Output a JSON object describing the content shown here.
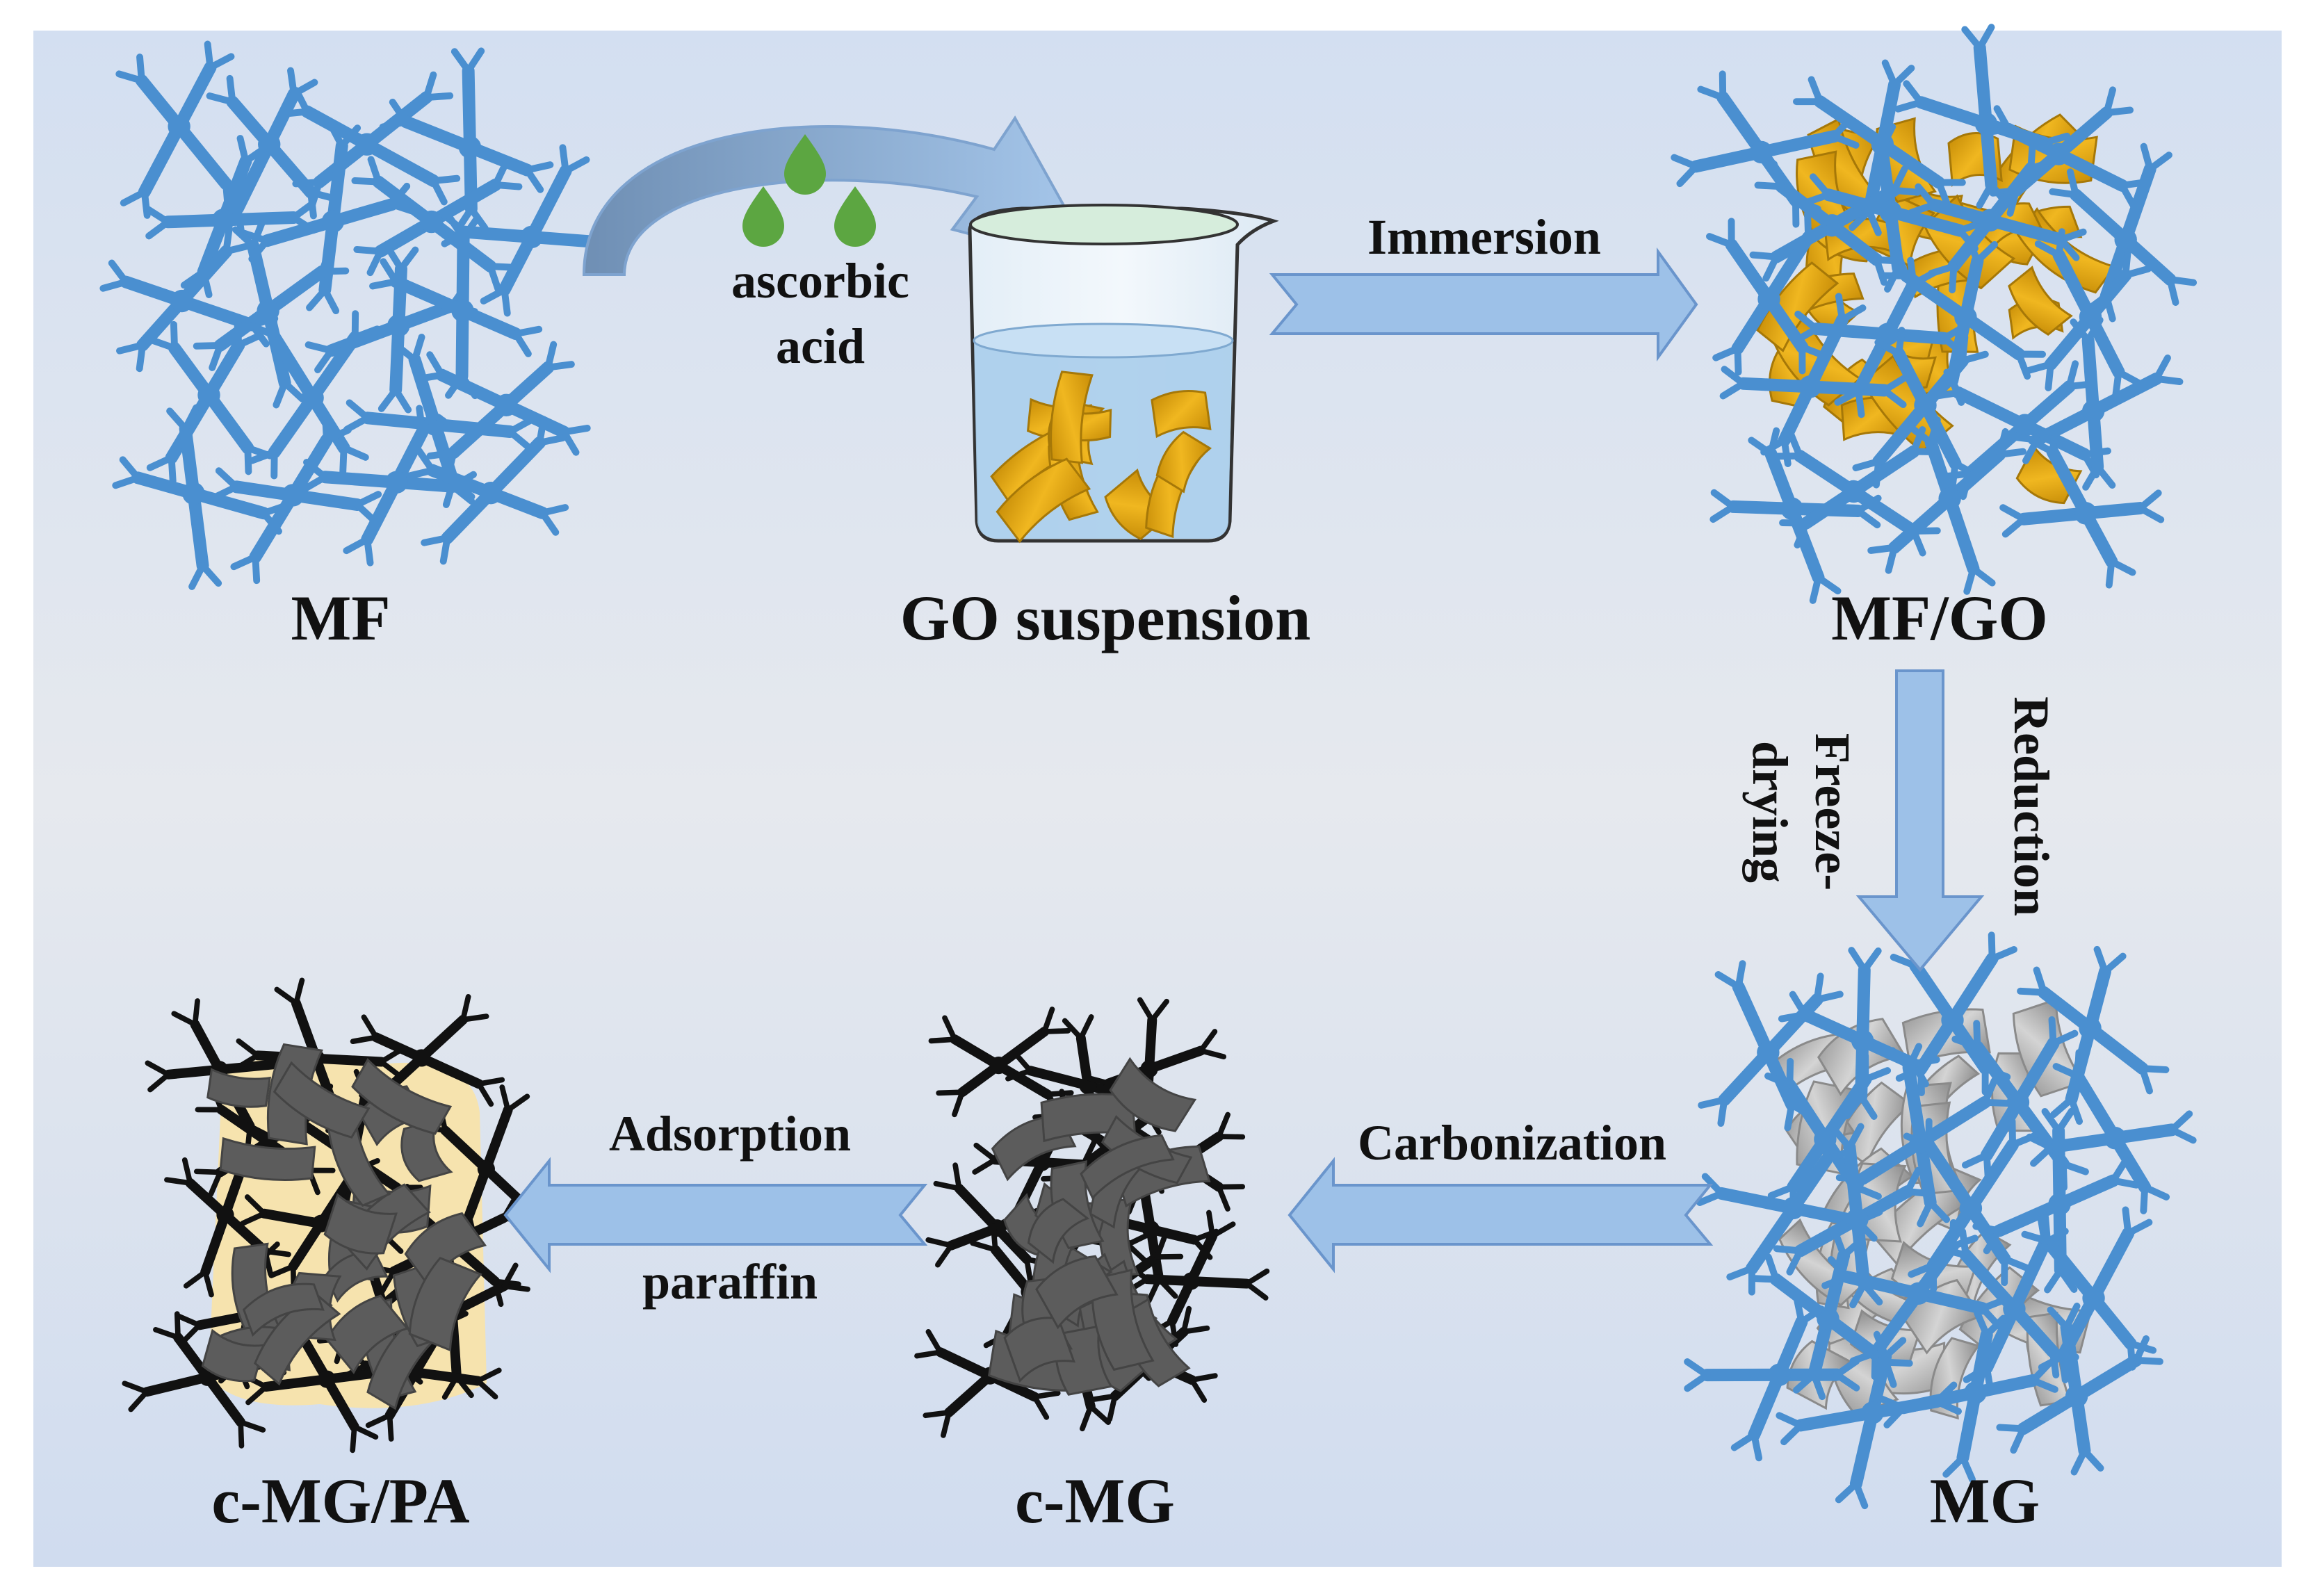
{
  "colors": {
    "background_top": "#d3dff1",
    "background_mid": "#e6e9ee",
    "background_bottom": "#d0dcef",
    "mf_skeleton": "#4a8fd0",
    "carbon_skeleton": "#111111",
    "go_sheet": "#e0a612",
    "go_sheet_edge": "#a67808",
    "rgo_sheet": "#a8a8a8",
    "carbon_sheet": "#5c5c5c",
    "paraffin": "#f6e3ae",
    "acid_drop": "#5ca641",
    "arrow_fill": "#9dc1e8",
    "arrow_edge": "#6a95cc",
    "beaker_liquid": "#a9cdeb",
    "beaker_top_liquid": "#d6eddc"
  },
  "labels": {
    "mf": "MF",
    "go_suspension": "GO suspension",
    "mf_go": "MF/GO",
    "mg": "MG",
    "c_mg": "c-MG",
    "c_mg_pa": "c-MG/PA",
    "acid_line1": "ascorbic",
    "acid_line2": "acid",
    "immersion": "Immersion",
    "freeze_line1": "Freeze-",
    "freeze_line2": "drying",
    "reduction": "Reduction",
    "carbonization": "Carbonization",
    "adsorption": "Adsorption",
    "paraffin": "paraffin"
  }
}
